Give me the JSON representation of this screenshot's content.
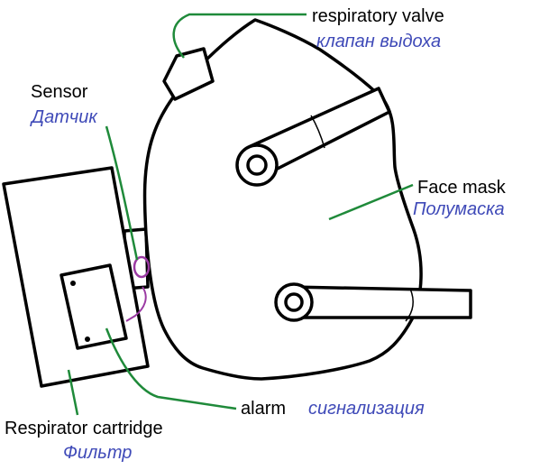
{
  "colors": {
    "outline": "#000000",
    "leader": "#1f8a3a",
    "russian_text": "#3f4ab8",
    "sensor": "#9b3aa3",
    "background": "#ffffff"
  },
  "labels": {
    "valve": {
      "en": "respiratory valve",
      "ru": "клапан выдоха"
    },
    "sensor": {
      "en": "Sensor",
      "ru": "Датчик"
    },
    "mask": {
      "en": "Face mask",
      "ru": "Полумаска"
    },
    "alarm": {
      "en": "alarm",
      "ru": "сигнализация"
    },
    "cartridge": {
      "en": "Respirator cartridge",
      "ru": "Фильтр"
    }
  }
}
